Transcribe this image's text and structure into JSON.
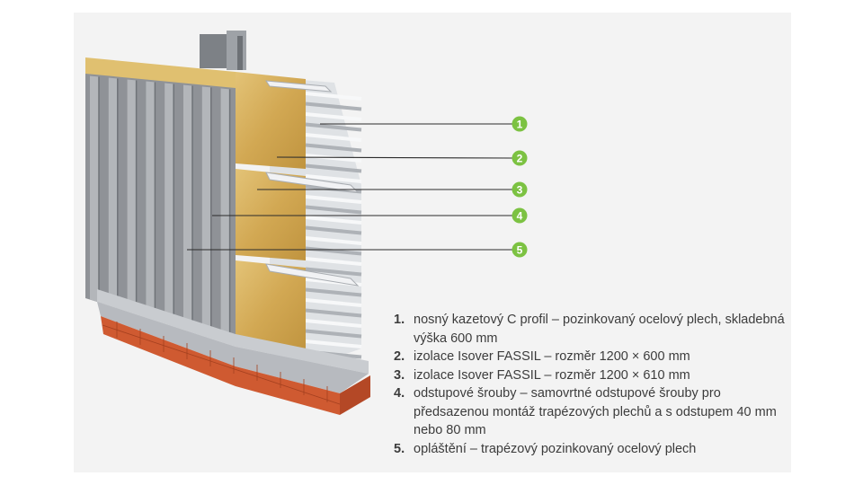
{
  "callouts": [
    {
      "label": "1",
      "color": "#7cc242"
    },
    {
      "label": "2",
      "color": "#7cc242"
    },
    {
      "label": "3",
      "color": "#7cc242"
    },
    {
      "label": "4",
      "color": "#7cc242"
    },
    {
      "label": "5",
      "color": "#7cc242"
    }
  ],
  "legend": [
    {
      "num": "1.",
      "text": "nosný kazetový C profil – pozinkovaný ocelový plech, skladebná výška 600 mm"
    },
    {
      "num": "2.",
      "text": "izolace Isover FASSIL – rozměr 1200 × 600 mm"
    },
    {
      "num": "3.",
      "text": "izolace Isover FASSIL – rozměr 1200 × 610 mm"
    },
    {
      "num": "4.",
      "text": "odstupové šrouby – samovrtné odstupové šrouby pro předsazenou montáž trapézových plechů a s odstupem 40 mm nebo 80 mm"
    },
    {
      "num": "5.",
      "text": "opláštění – trapézový pozinkovaný ocelový plech"
    }
  ],
  "colors": {
    "panel_bg": "#f3f3f3",
    "cladding": "#9a9da2",
    "insulation": "#d8b25e",
    "steel_cassette": "#d6d9dc",
    "brick": "#d2582f"
  }
}
